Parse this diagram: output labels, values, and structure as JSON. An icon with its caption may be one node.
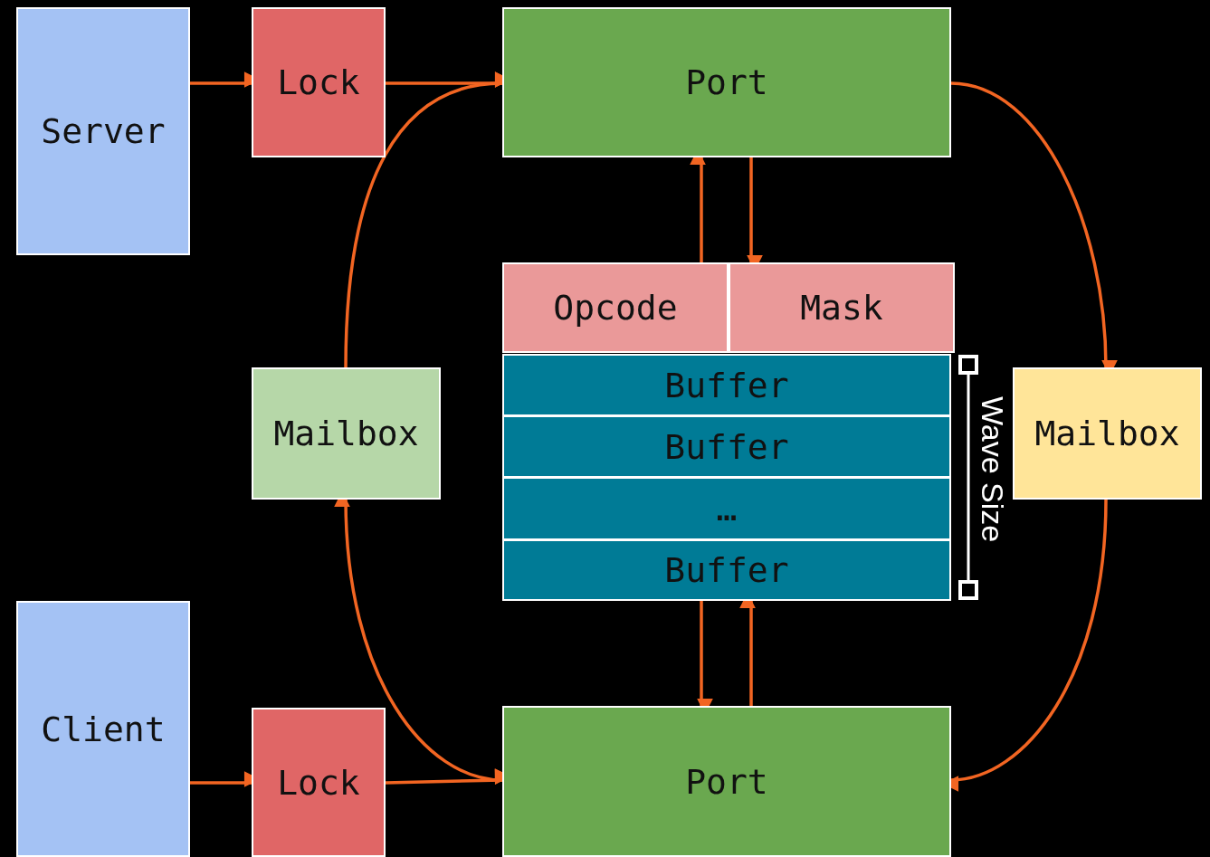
{
  "diagram": {
    "nodes": [
      {
        "text": [
          "Server"
        ]
      },
      {
        "text": [
          "Lock"
        ]
      },
      {
        "text": [
          "Port"
        ]
      },
      {
        "text": [
          "Opcode"
        ]
      },
      {
        "text": [
          "Mask"
        ]
      },
      {
        "text": [
          "Buffer"
        ]
      },
      {
        "text": [
          "Buffer"
        ]
      },
      {
        "text": [
          "…"
        ]
      },
      {
        "text": [
          "Buffer"
        ]
      },
      {
        "text": [
          "Mailbox"
        ]
      },
      {
        "text": [
          "Mailbox"
        ]
      },
      {
        "text": [
          "Client"
        ]
      },
      {
        "text": [
          "Lock"
        ]
      },
      {
        "text": [
          "Port"
        ]
      }
    ],
    "edges": [
      {
        "from": 0,
        "to": 1,
        "arrow": "to"
      },
      {
        "from": 1,
        "to": 2,
        "arrow": "to"
      },
      {
        "from": 9,
        "to": 2,
        "arrow": "to"
      },
      {
        "from": 2,
        "to": 10,
        "arrow": "to"
      },
      {
        "from": 3,
        "to": 2,
        "arrow": "to"
      },
      {
        "from": 2,
        "to": 4,
        "arrow": "to"
      },
      {
        "from": 8,
        "to": 13,
        "arrow": "to"
      },
      {
        "from": 13,
        "to": 8,
        "arrow": "to"
      },
      {
        "from": 10,
        "to": 13,
        "arrow": "to"
      },
      {
        "from": 13,
        "to": 9,
        "arrow": "both"
      },
      {
        "from": 11,
        "to": 12,
        "arrow": "to"
      },
      {
        "from": 12,
        "to": 13,
        "arrow": "to"
      }
    ],
    "labels": [
      "Wave Size"
    ]
  }
}
